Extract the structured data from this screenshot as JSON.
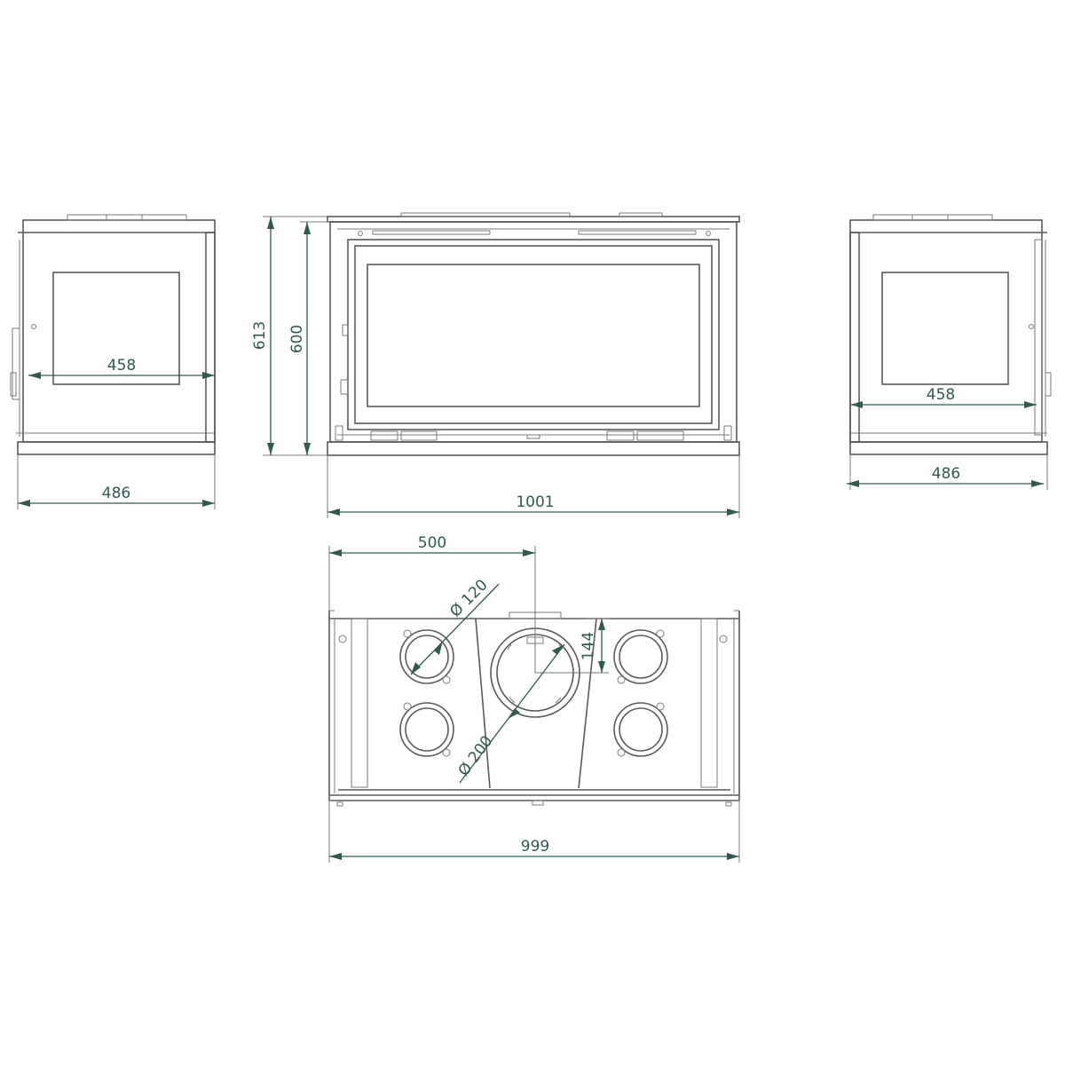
{
  "dimensions": {
    "left_inner_width": "458",
    "left_outer_width": "486",
    "front_total_height": "613",
    "front_body_height": "600",
    "front_width": "1001",
    "right_inner_width": "458",
    "right_outer_width": "486",
    "top_half_width": "500",
    "top_small_duct": "Ø 120",
    "top_flue_offset": "144",
    "top_flue_diameter": "Ø 200",
    "top_width": "999"
  },
  "colors": {
    "line": "#5a5a5a",
    "dimension": "#2f5a52"
  }
}
